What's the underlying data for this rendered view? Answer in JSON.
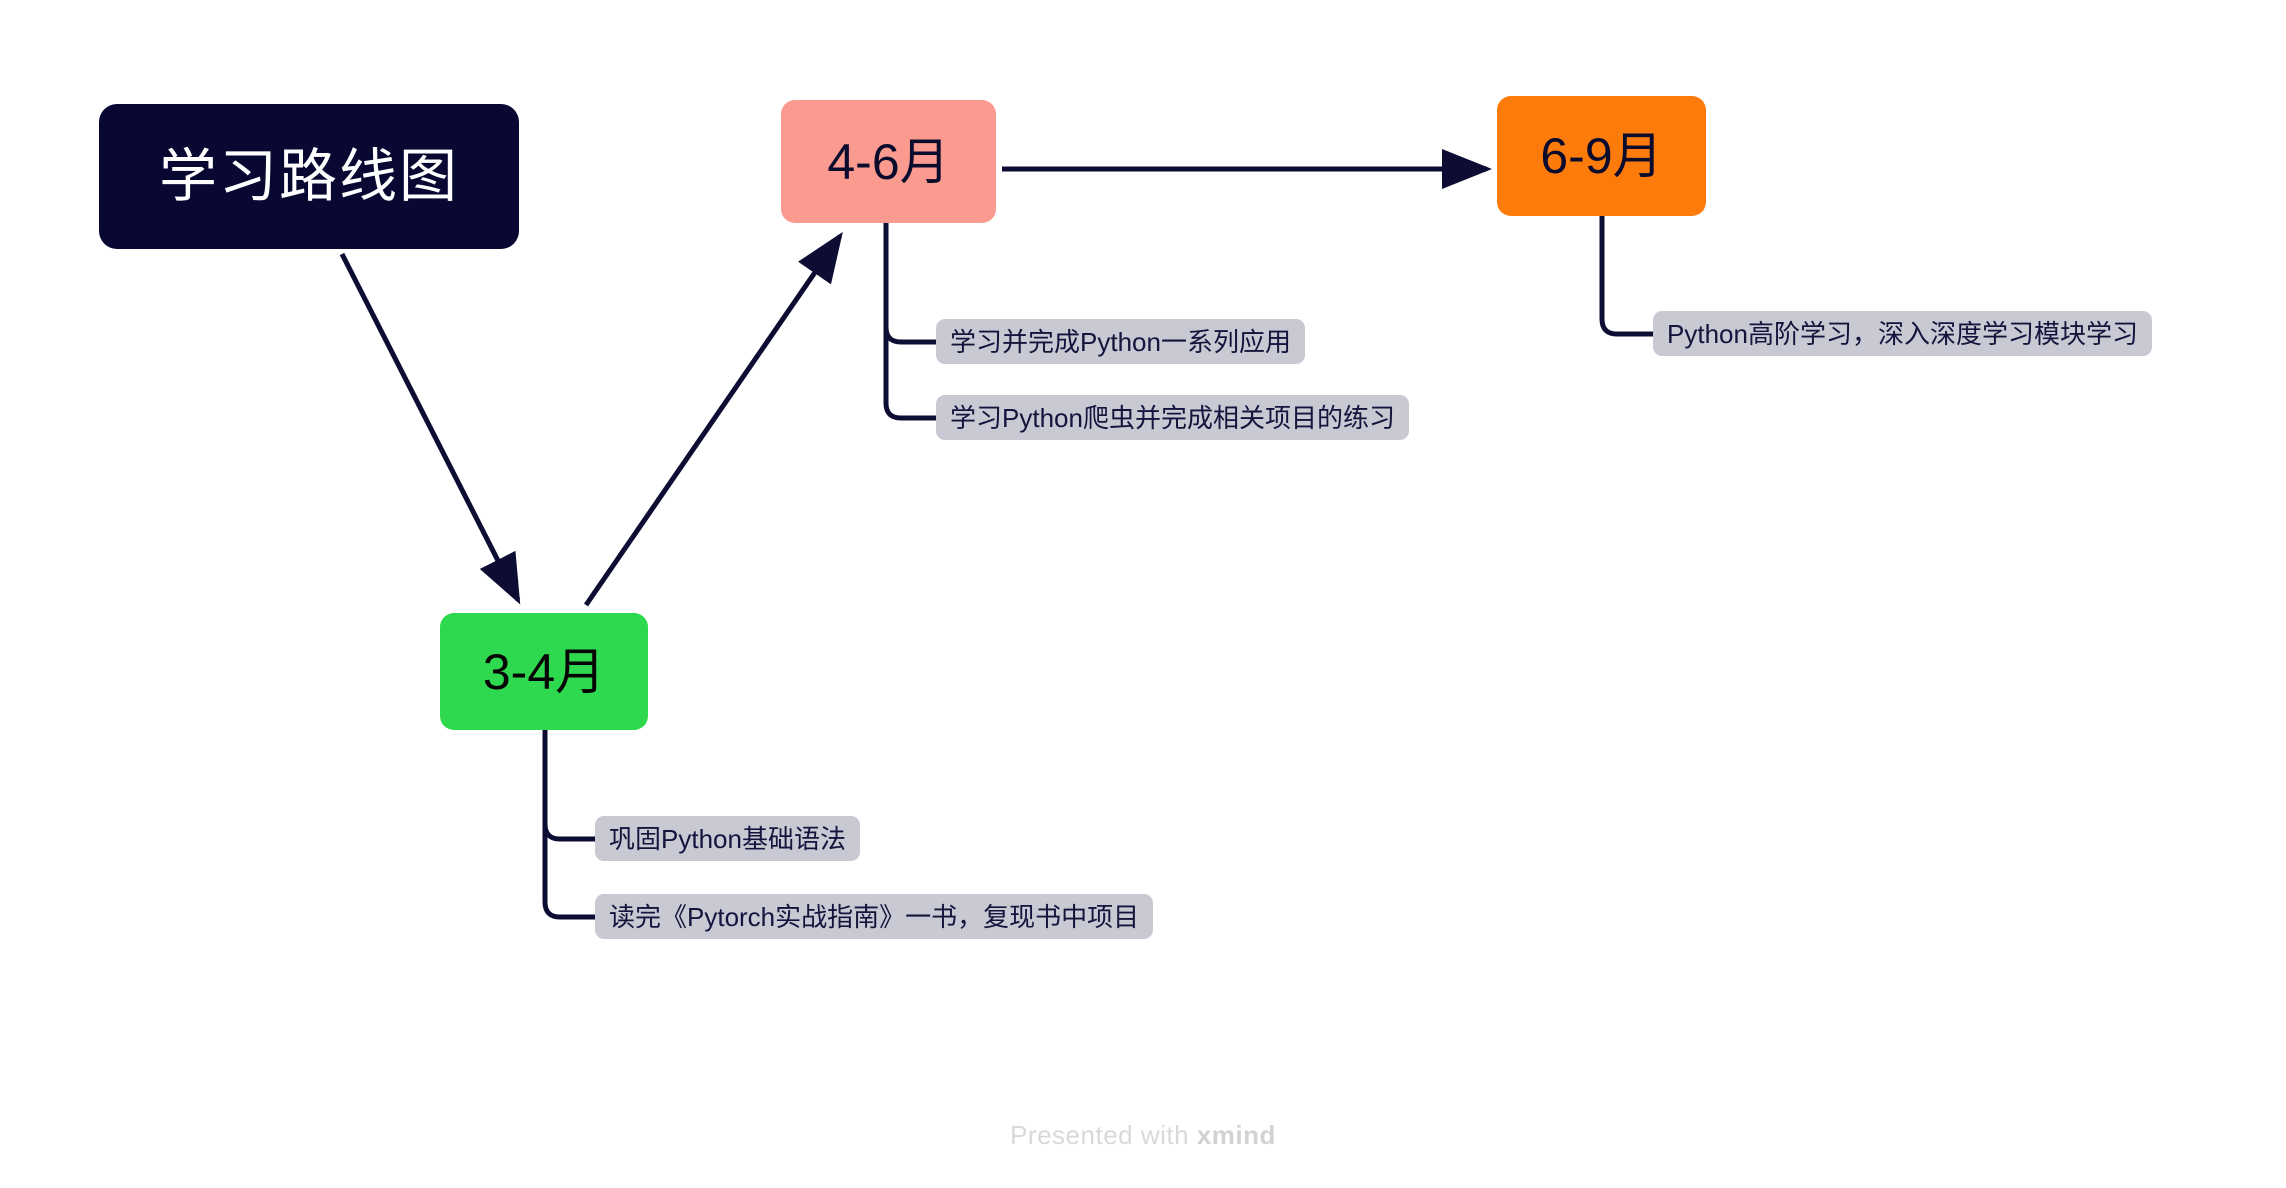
{
  "diagram": {
    "type": "mindmap",
    "title": "学习路线图",
    "background": "#FFFFFF",
    "connector_color": "#0D0D33",
    "nodes": [
      {
        "id": "root",
        "label": "学习路线图",
        "fill": "#080832",
        "text_color": "#FFFFFF",
        "role": "central-topic"
      },
      {
        "id": "stage1",
        "label": "3-4月",
        "fill": "#2ED94F",
        "text_color": "#050505",
        "role": "main-topic",
        "subtopics": [
          "巩固Python基础语法",
          "读完《Pytorch实战指南》一书，复现书中项目"
        ]
      },
      {
        "id": "stage2",
        "label": "4-6月",
        "fill": "#FB9B90",
        "text_color": "#0B0B2E",
        "role": "main-topic",
        "subtopics": [
          "学习并完成Python一系列应用",
          "学习Python爬虫并完成相关项目的练习"
        ]
      },
      {
        "id": "stage3",
        "label": "6-9月",
        "fill": "#FC7B0A",
        "text_color": "#0B0B2E",
        "role": "main-topic",
        "subtopics": [
          "Python高阶学习，深入深度学习模块学习"
        ]
      }
    ],
    "arrows": [
      {
        "from": "root",
        "to": "stage1",
        "style": "straight-arrow"
      },
      {
        "from": "stage1",
        "to": "stage2",
        "style": "straight-arrow"
      },
      {
        "from": "stage2",
        "to": "stage3",
        "style": "straight-arrow"
      }
    ],
    "subtopic_pill": {
      "fill": "#C9C9D4",
      "text_color": "#14143C"
    }
  },
  "watermark": {
    "prefix": "Presented with ",
    "brand": "xmind"
  }
}
